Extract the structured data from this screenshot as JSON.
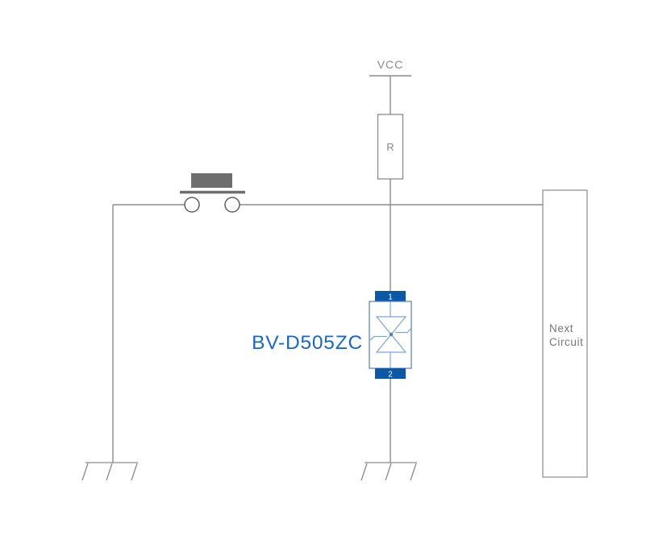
{
  "diagram": {
    "labels": {
      "vcc": "VCC",
      "resistor": "R",
      "component_name": "BV-D505ZC",
      "pin1": "1",
      "pin2": "2",
      "next_circuit_line1": "Next",
      "next_circuit_line2": "Circuit"
    },
    "colors": {
      "wire_gray": "#8a8a8a",
      "switch_gray": "#6e6e6e",
      "text_gray": "#8a8a8a",
      "pin_blue": "#0b58a8",
      "component_border_blue": "#4d7fc0",
      "symbol_light_blue": "#7ba6d6",
      "component_label_blue": "#1667d1"
    }
  }
}
